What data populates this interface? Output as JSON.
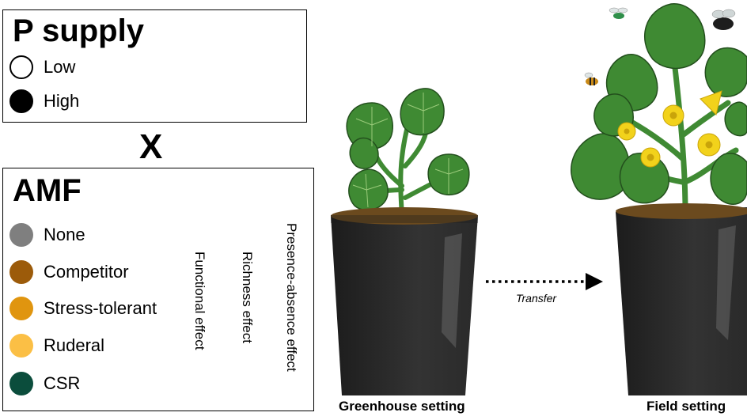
{
  "p_supply": {
    "title": "P supply",
    "levels": [
      {
        "label": "Low",
        "color": "#ffffff"
      },
      {
        "label": "High",
        "color": "#000000"
      }
    ]
  },
  "cross_symbol": "X",
  "amf": {
    "title": "AMF",
    "treatments": [
      {
        "label": "None",
        "color": "#7f7f7f"
      },
      {
        "label": "Competitor",
        "color": "#9c5b0a"
      },
      {
        "label": "Stress-tolerant",
        "color": "#e0950f"
      },
      {
        "label": "Ruderal",
        "color": "#fbbf45"
      },
      {
        "label": "CSR",
        "color": "#0b4d3c"
      }
    ],
    "effects": {
      "functional": "Functional effect",
      "richness": "Richness effect",
      "presence_absence": "Presence-absence effect"
    }
  },
  "transfer_label": "Transfer",
  "captions": {
    "greenhouse": "Greenhouse setting",
    "field": "Field setting"
  },
  "colors": {
    "leaf": "#3f8a33",
    "leaf_dark": "#2a5e22",
    "stem": "#3f8a33",
    "pot": "#2a2a2a",
    "soil": "#6b4a1e",
    "flower": "#f2d21b"
  }
}
